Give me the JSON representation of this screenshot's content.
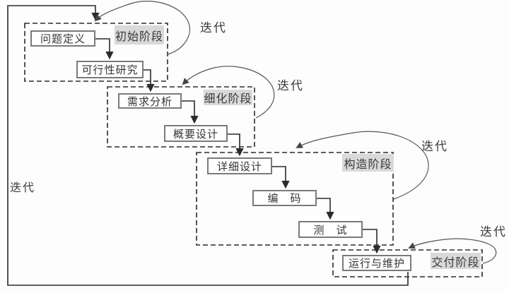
{
  "diagram": {
    "global_iteration_label": "迭代",
    "phases": [
      {
        "label": "初始阶段",
        "iteration_label": "迭代",
        "steps": [
          {
            "label": "问题定义"
          },
          {
            "label": "可行性研究"
          }
        ]
      },
      {
        "label": "细化阶段",
        "iteration_label": "迭代",
        "steps": [
          {
            "label": "需求分析"
          },
          {
            "label": "概要设计"
          }
        ]
      },
      {
        "label": "构造阶段",
        "iteration_label": "迭代",
        "steps": [
          {
            "label": "详细设计"
          },
          {
            "label": "编　码"
          },
          {
            "label": "测　试"
          }
        ]
      },
      {
        "label": "交付阶段",
        "iteration_label": "迭代",
        "steps": [
          {
            "label": "运行与维护"
          }
        ]
      }
    ]
  },
  "colors": {
    "background": "#fdfdfd",
    "line": "#2b2b2b",
    "loop_line": "#555555",
    "step_box_border": "#7a7a7a",
    "phase_label_bg": "#d9d9d9",
    "text": "#333333"
  }
}
